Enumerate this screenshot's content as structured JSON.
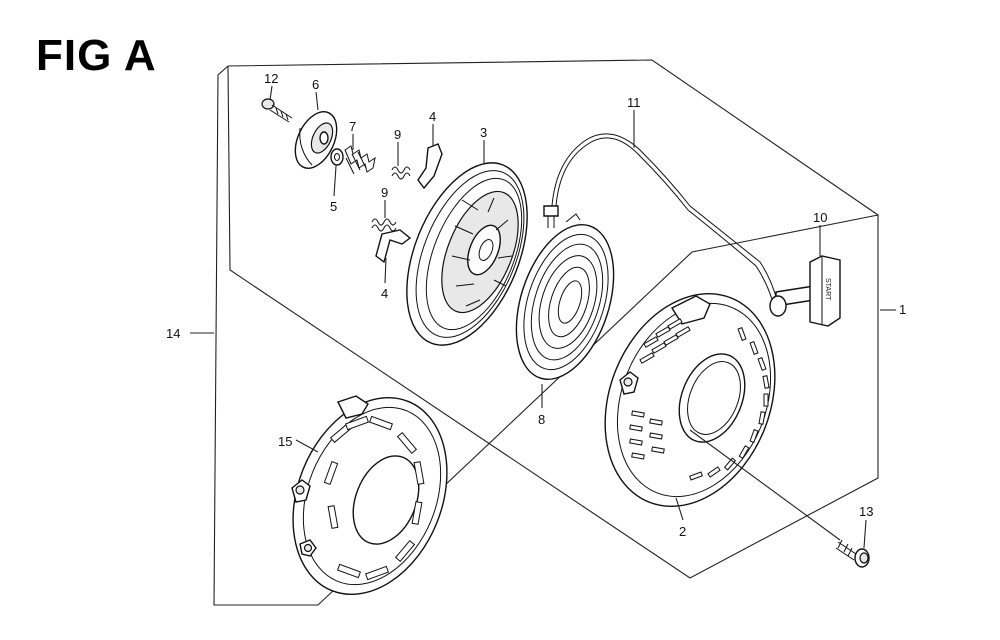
{
  "figure": {
    "title": "FIG A"
  },
  "callouts": [
    {
      "id": "c1",
      "label": "1"
    },
    {
      "id": "c2",
      "label": "2"
    },
    {
      "id": "c3",
      "label": "3"
    },
    {
      "id": "c4a",
      "label": "4"
    },
    {
      "id": "c4b",
      "label": "4"
    },
    {
      "id": "c5",
      "label": "5"
    },
    {
      "id": "c6",
      "label": "6"
    },
    {
      "id": "c7",
      "label": "7"
    },
    {
      "id": "c8",
      "label": "8"
    },
    {
      "id": "c9a",
      "label": "9"
    },
    {
      "id": "c9b",
      "label": "9"
    },
    {
      "id": "c10",
      "label": "10"
    },
    {
      "id": "c11",
      "label": "11"
    },
    {
      "id": "c12",
      "label": "12"
    },
    {
      "id": "c13",
      "label": "13"
    },
    {
      "id": "c14",
      "label": "14"
    },
    {
      "id": "c15",
      "label": "15"
    }
  ],
  "handle_text": "START"
}
